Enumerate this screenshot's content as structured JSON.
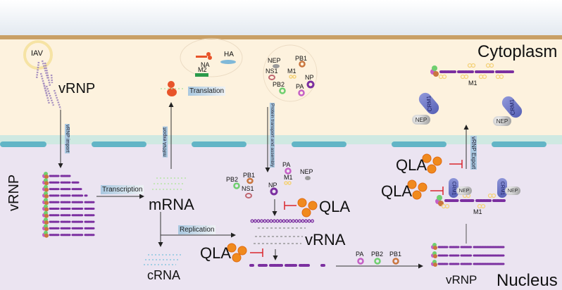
{
  "regions": {
    "cytoplasm_label": "Cytoplasm",
    "nucleus_label": "Nucleus"
  },
  "virus": {
    "label": "IAV",
    "vrnp_label": "vRNP"
  },
  "steps": {
    "vrnp_import": "vRNP import",
    "mrna_export": "mRNA export",
    "translation": "Translation",
    "protein_transport": "Protein transport and assembly",
    "transcription": "Transcription",
    "replication": "Replication",
    "vrnp_export": "vRNP Export"
  },
  "molecules": {
    "nuclear_vrnp": "vRNP",
    "mrna": "mRNA",
    "crna": "cRNA",
    "vrna": "vRNA",
    "progeny_vrnp": "vRNP"
  },
  "membrane_proteins": [
    "NA",
    "M2",
    "HA"
  ],
  "cytoplasm_proteins": [
    "NEP",
    "PB1",
    "NS1",
    "M1",
    "NP",
    "PB2",
    "PA"
  ],
  "nuclear_proteins_left": [
    "PB2",
    "PB1",
    "NS1"
  ],
  "nuclear_proteins_center": [
    "PA",
    "NEP",
    "M1",
    "NP"
  ],
  "polymerase_subunits": [
    "PA",
    "PB2",
    "PB1"
  ],
  "inhibitor": {
    "label": "QLA",
    "color": "#f08a1e",
    "block_color": "#d9262e"
  },
  "export_complex": {
    "crm1": "CRM1",
    "nep": "NEP",
    "m1": "M1"
  },
  "colors": {
    "PA": "#c55fc6",
    "PB1": "#c9763f",
    "PB2": "#6fcf6f",
    "NP": "#7b2fa0",
    "NS1": "#c06670",
    "M1": "#f4d27a",
    "NEP": "#9a9a9a",
    "NA": "#e8542a",
    "M2": "#2a9a4a",
    "HA": "#7fb8d8",
    "pore": "#62b5c6",
    "cell_wall": "#c9a066"
  }
}
